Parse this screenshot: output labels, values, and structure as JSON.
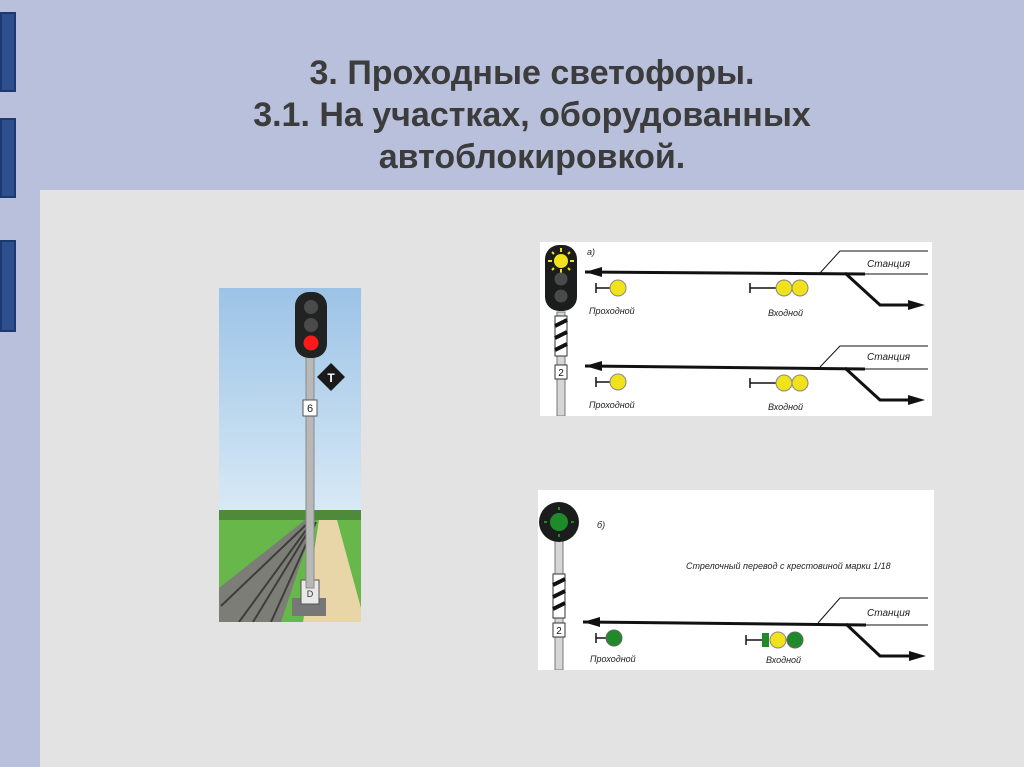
{
  "slide": {
    "title_lines": [
      "3. Проходные светофоры.",
      "3.1. На участках, оборудованных",
      "автоблокировкой."
    ]
  },
  "colors": {
    "header": "#b9c0dc",
    "content_bg": "#e3e3e3",
    "tab": "#2e4f8e",
    "signal_red": "#ff1a1a",
    "signal_yellow": "#f2e21c",
    "signal_green": "#1f8a2a"
  },
  "photo": {
    "sign_number": "6",
    "base_letter": "D"
  },
  "diagram_a": {
    "letter": "а)",
    "signal_plate": "2",
    "rows": [
      {
        "station": "Станция",
        "through_label": "Проходной",
        "entrance_label": "Входной"
      },
      {
        "station": "Станция",
        "through_label": "Проходной",
        "entrance_label": "Входной"
      }
    ]
  },
  "diagram_b": {
    "letter": "б)",
    "signal_plate": "2",
    "switch_note": "Стрелочный перевод с крестовиной марки 1/18",
    "station": "Станция",
    "through_label": "Проходной",
    "entrance_label": "Входной"
  }
}
